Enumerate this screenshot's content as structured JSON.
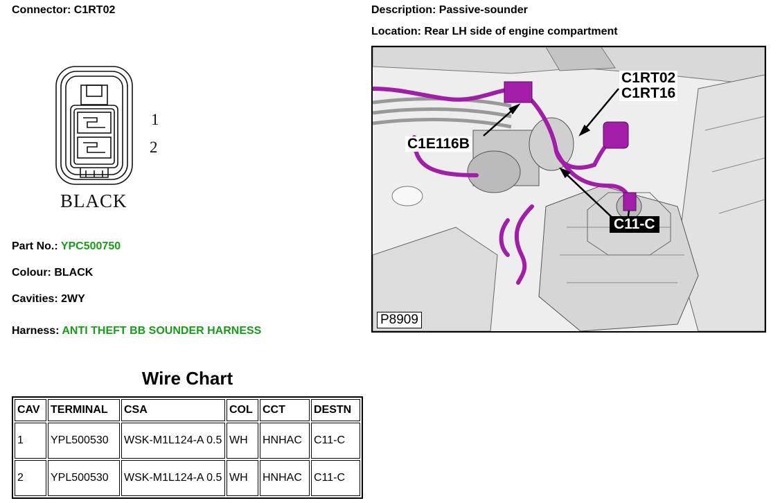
{
  "connector": {
    "label": "Connector:",
    "value": "C1RT02"
  },
  "description": {
    "label": "Description:",
    "value": "Passive-sounder"
  },
  "location": {
    "label": "Location:",
    "value": "Rear LH side of engine compartment"
  },
  "diagram": {
    "pin1": "1",
    "pin2": "2",
    "colour_caption": "BLACK"
  },
  "part_no": {
    "label": "Part No.:",
    "value": "YPC500750"
  },
  "colour": {
    "label": "Colour:",
    "value": "BLACK"
  },
  "cavities": {
    "label": "Cavities:",
    "value": "2WY"
  },
  "harness": {
    "label": "Harness:",
    "value": "ANTI THEFT BB SOUNDER HARNESS"
  },
  "photo": {
    "callouts": [
      "C1RT02",
      "C1RT16",
      "C1E116B",
      "C11-C"
    ],
    "picture_id": "P8909",
    "harness_color": "#a21ea8"
  },
  "wire_chart": {
    "title": "Wire Chart",
    "headers": [
      "CAV",
      "TERMINAL",
      "CSA",
      "COL",
      "CCT",
      "DESTN"
    ],
    "rows": [
      [
        "1",
        "YPL500530",
        "WSK-M1L124-A 0.5",
        "WH",
        "HNHAC",
        "C11-C"
      ],
      [
        "2",
        "YPL500530",
        "WSK-M1L124-A 0.5",
        "WH",
        "HNHAC",
        "C11-C"
      ]
    ]
  },
  "colors": {
    "link_green": "#1a9a1a"
  }
}
